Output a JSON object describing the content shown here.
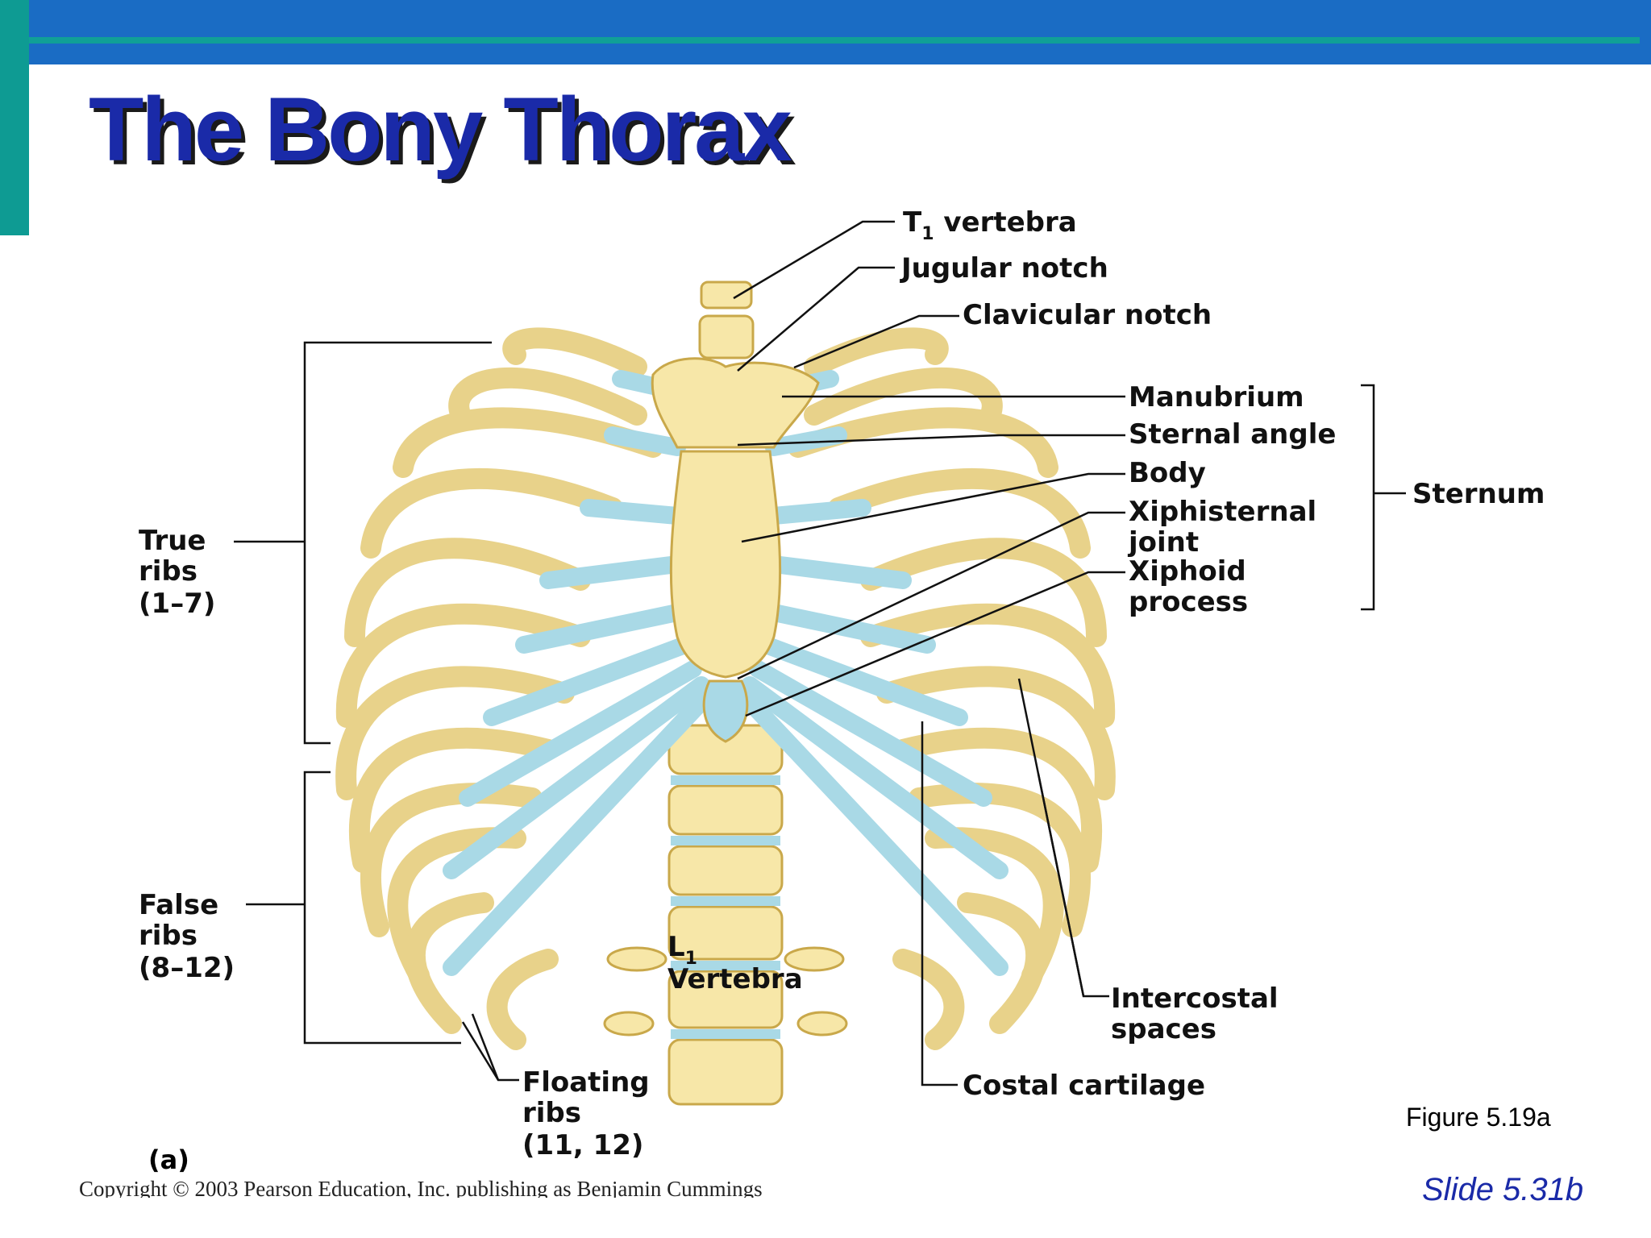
{
  "slide": {
    "title": "The Bony Thorax",
    "figure_label": "Figure 5.19a",
    "copyright": "Copyright © 2003 Pearson Education, Inc. publishing as Benjamin Cummings",
    "slide_number": "Slide 5.31b",
    "colors": {
      "header": "#1a6cc4",
      "accent": "#0e9b93",
      "title": "#1a2aa8",
      "bone": "#f7e7a8",
      "cartilage": "#a9d9e6"
    }
  },
  "diagram": {
    "panel_label": "(a)",
    "labels": {
      "t1_vertebra": "T",
      "t1_sub": "1",
      "t1_rest": " vertebra",
      "jugular_notch": "Jugular notch",
      "clavicular_notch": "Clavicular notch",
      "manubrium": "Manubrium",
      "sternal_angle": "Sternal angle",
      "body": "Body",
      "xiphisternal_1": "Xiphisternal",
      "xiphisternal_2": "joint",
      "xiphoid_1": "Xiphoid",
      "xiphoid_2": "process",
      "sternum": "Sternum",
      "true_ribs_1": "True",
      "true_ribs_2": "ribs",
      "true_ribs_3": "(1–7)",
      "false_ribs_1": "False",
      "false_ribs_2": "ribs",
      "false_ribs_3": "(8–12)",
      "l1_main": "L",
      "l1_sub": "1",
      "l1_vertebra": "Vertebra",
      "intercostal_1": "Intercostal",
      "intercostal_2": "spaces",
      "floating_1": "Floating",
      "floating_2": "ribs",
      "floating_3": "(11, 12)",
      "costal_cartilage": "Costal cartilage"
    }
  }
}
